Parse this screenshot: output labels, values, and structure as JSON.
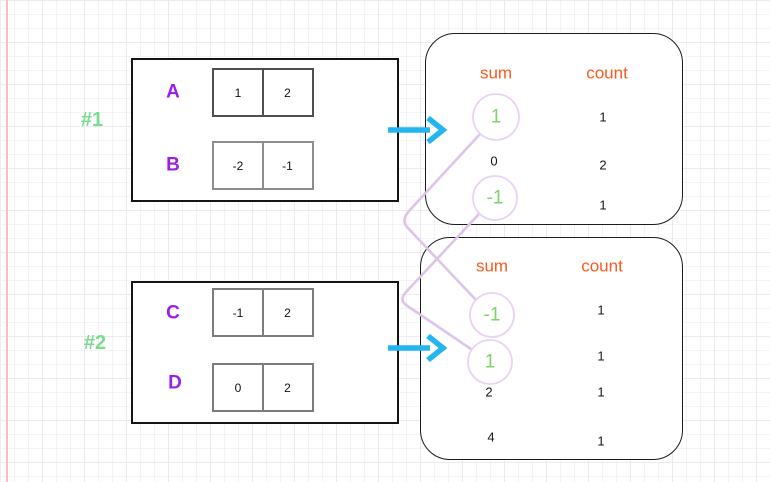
{
  "examples": [
    {
      "label": "#1",
      "arrays": [
        {
          "name": "A",
          "cells": [
            "1",
            "2"
          ]
        },
        {
          "name": "B",
          "cells": [
            "-2",
            "-1"
          ]
        }
      ],
      "table": {
        "sum_header": "sum",
        "count_header": "count",
        "rows": [
          {
            "sum": "1",
            "count": "1",
            "highlighted": true
          },
          {
            "sum": "0",
            "count": "2",
            "highlighted": false
          },
          {
            "sum": "-1",
            "count": "1",
            "highlighted": true
          }
        ]
      }
    },
    {
      "label": "#2",
      "arrays": [
        {
          "name": "C",
          "cells": [
            "-1",
            "2"
          ]
        },
        {
          "name": "D",
          "cells": [
            "0",
            "2"
          ]
        }
      ],
      "table": {
        "sum_header": "sum",
        "count_header": "count",
        "rows": [
          {
            "sum": "-1",
            "count": "1",
            "highlighted": true
          },
          {
            "sum": "1",
            "count": "1",
            "highlighted": true
          },
          {
            "sum": "2",
            "count": "1",
            "highlighted": false
          },
          {
            "sum": "4",
            "count": "1",
            "highlighted": false
          }
        ]
      }
    }
  ],
  "connections": [
    {
      "from": "example1 sum 1",
      "to": "example2 sum -1"
    },
    {
      "from": "example1 sum -1",
      "to": "example2 sum 1"
    }
  ],
  "colors": {
    "example_label_green": "#79db8e",
    "array_name_purple": "#9a1fe9",
    "header_orange": "#fa5a1e",
    "highlight_green": "#7bd36a",
    "arrow_cyan": "#22b5f0",
    "connector_lavender": "#dcc4ea",
    "circle_lavender": "#e8d4f2",
    "margin_line_pink": "#f3bfc1"
  }
}
